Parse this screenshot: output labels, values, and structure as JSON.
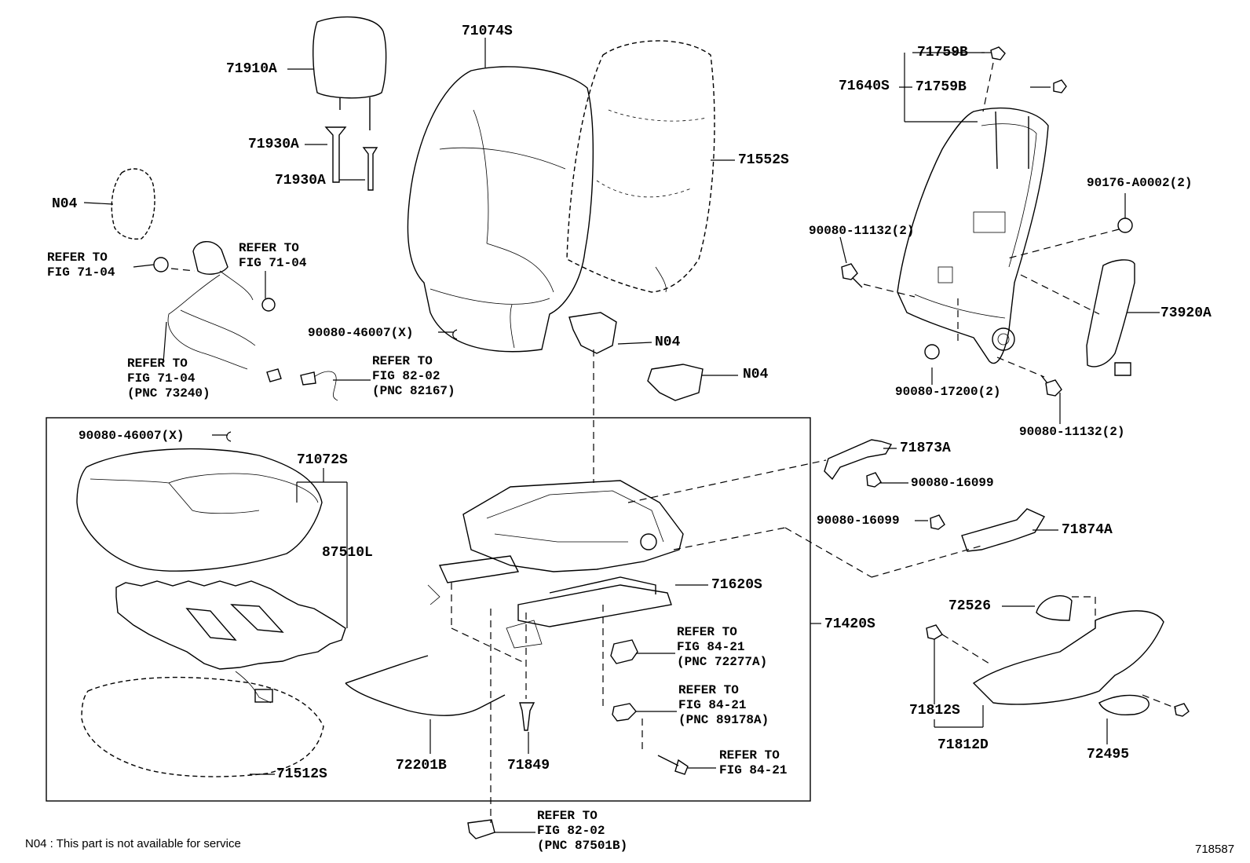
{
  "diagram": {
    "part_labels": [
      {
        "id": "71074S"
      },
      {
        "id": "71910A"
      },
      {
        "id": "71930A"
      },
      {
        "id": "71930A"
      },
      {
        "id": "N04"
      },
      {
        "id": "71552S"
      },
      {
        "id": "71759B"
      },
      {
        "id": "71640S"
      },
      {
        "id": "71759B"
      },
      {
        "id": "90176-A0002(2)"
      },
      {
        "id": "90080-11132(2)"
      },
      {
        "id": "73920A"
      },
      {
        "id": "90080-17200(2)"
      },
      {
        "id": "90080-11132(2)"
      },
      {
        "id": "N04"
      },
      {
        "id": "N04"
      },
      {
        "id": "90080-46007(X)"
      },
      {
        "id": "90080-46007(X)"
      },
      {
        "id": "71072S"
      },
      {
        "id": "87510L"
      },
      {
        "id": "71512S"
      },
      {
        "id": "72201B"
      },
      {
        "id": "71849"
      },
      {
        "id": "71620S"
      },
      {
        "id": "71420S"
      },
      {
        "id": "71873A"
      },
      {
        "id": "90080-16099"
      },
      {
        "id": "90080-16099"
      },
      {
        "id": "71874A"
      },
      {
        "id": "72526"
      },
      {
        "id": "71812S"
      },
      {
        "id": "71812D"
      },
      {
        "id": "72495"
      }
    ],
    "refer_notes": [
      {
        "lines": [
          "REFER TO",
          "FIG 71-04"
        ]
      },
      {
        "lines": [
          "REFER TO",
          "FIG 71-04"
        ]
      },
      {
        "lines": [
          "REFER TO",
          "FIG 71-04",
          "(PNC 73240)"
        ]
      },
      {
        "lines": [
          "REFER TO",
          "FIG 82-02",
          "(PNC 82167)"
        ]
      },
      {
        "lines": [
          "REFER TO",
          "FIG 84-21",
          "(PNC 72277A)"
        ]
      },
      {
        "lines": [
          "REFER TO",
          "FIG 84-21",
          "(PNC 89178A)"
        ]
      },
      {
        "lines": [
          "REFER TO",
          "FIG 84-21"
        ]
      },
      {
        "lines": [
          "REFER TO",
          "FIG 82-02",
          "(PNC 87501B)"
        ]
      }
    ],
    "footnote": "N04 : This part is not available for service",
    "figure_number": "718587"
  }
}
